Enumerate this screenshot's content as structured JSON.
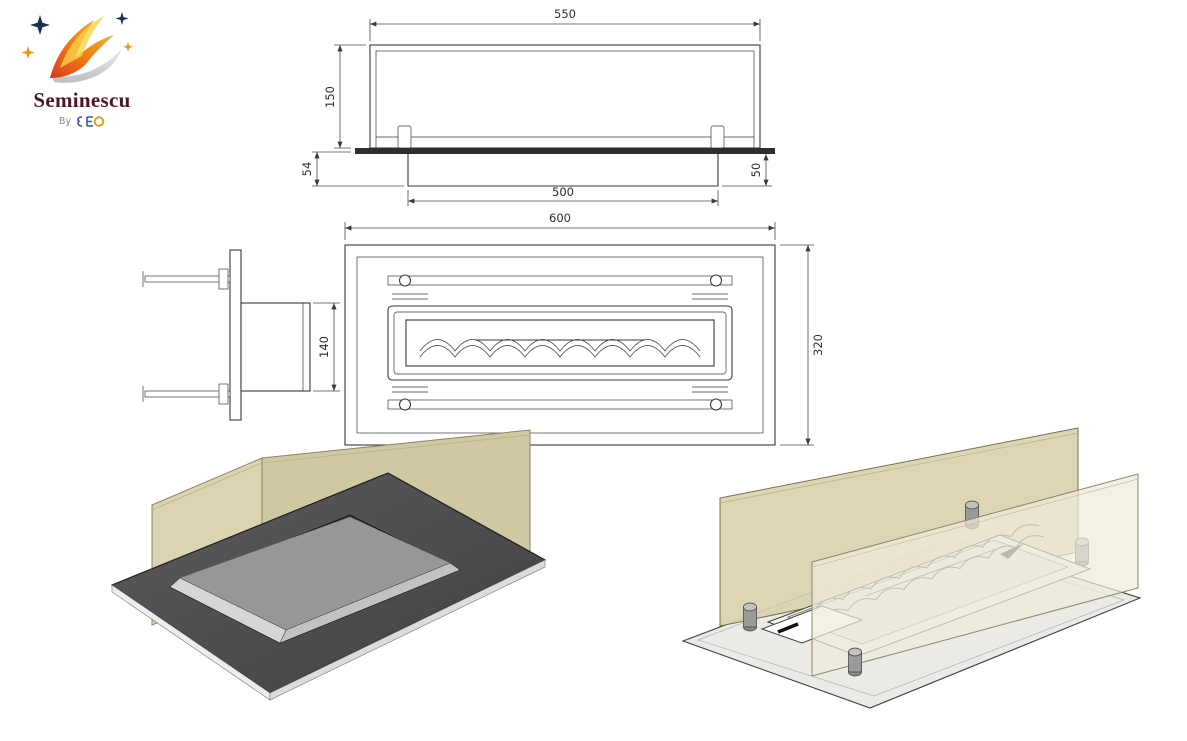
{
  "page": {
    "background": "#ffffff"
  },
  "logo": {
    "brand": "Seminescu",
    "byline": "By",
    "colors": {
      "flame_orange": "#f07c15",
      "flame_yellow": "#f8c02a",
      "flame_red": "#d93a1a",
      "star_navy": "#1c3054",
      "brand_maroon": "#4e1524"
    }
  },
  "drawing": {
    "front_view": {
      "dim_top_width": "550",
      "dim_body_height": "150",
      "dim_flange_offset": "54",
      "dim_bottom_width": "500",
      "dim_recess_depth": "50"
    },
    "plan_view": {
      "dim_width": "600",
      "dim_depth": "320"
    },
    "side_view": {
      "dim_height": "140"
    },
    "colors": {
      "line": "#3a3a3a",
      "glass_tan": "#d9d3ae",
      "insert_plate_dark": "#4e4e50",
      "base_plate_light": "#eceae6"
    }
  }
}
